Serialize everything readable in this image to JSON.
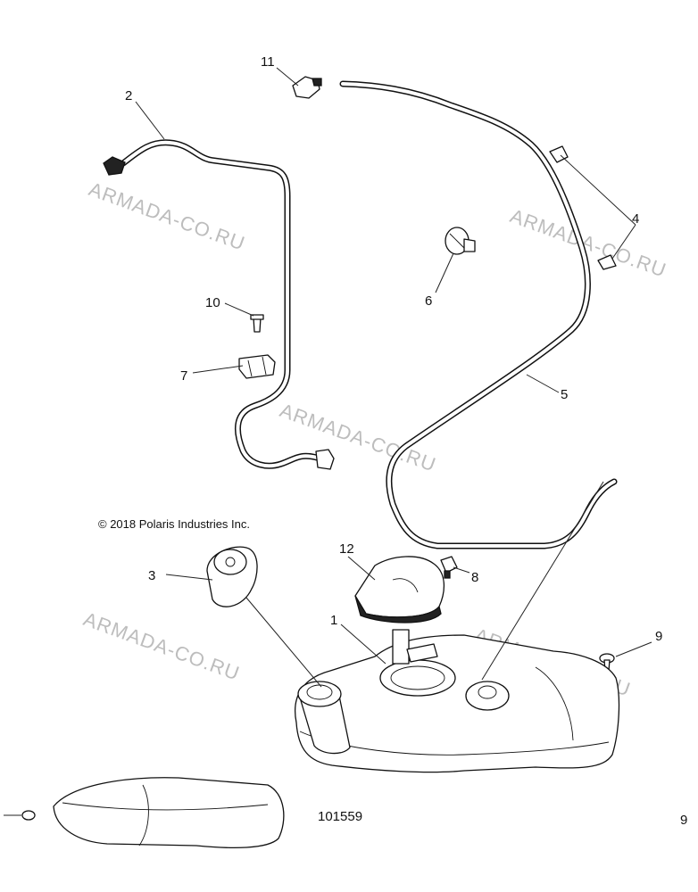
{
  "diagram": {
    "copyright": "© 2018 Polaris Industries Inc.",
    "part_number": "101559",
    "watermark": "ARMADA-CO.RU",
    "callouts": [
      {
        "id": "c1",
        "label": "1"
      },
      {
        "id": "c2",
        "label": "2"
      },
      {
        "id": "c3",
        "label": "3"
      },
      {
        "id": "c4",
        "label": "4"
      },
      {
        "id": "c5",
        "label": "5"
      },
      {
        "id": "c6",
        "label": "6"
      },
      {
        "id": "c7",
        "label": "7"
      },
      {
        "id": "c8",
        "label": "8"
      },
      {
        "id": "c9",
        "label": "9"
      },
      {
        "id": "c9b",
        "label": "9"
      },
      {
        "id": "c10",
        "label": "10"
      },
      {
        "id": "c11",
        "label": "11"
      },
      {
        "id": "c12",
        "label": "12"
      }
    ]
  }
}
